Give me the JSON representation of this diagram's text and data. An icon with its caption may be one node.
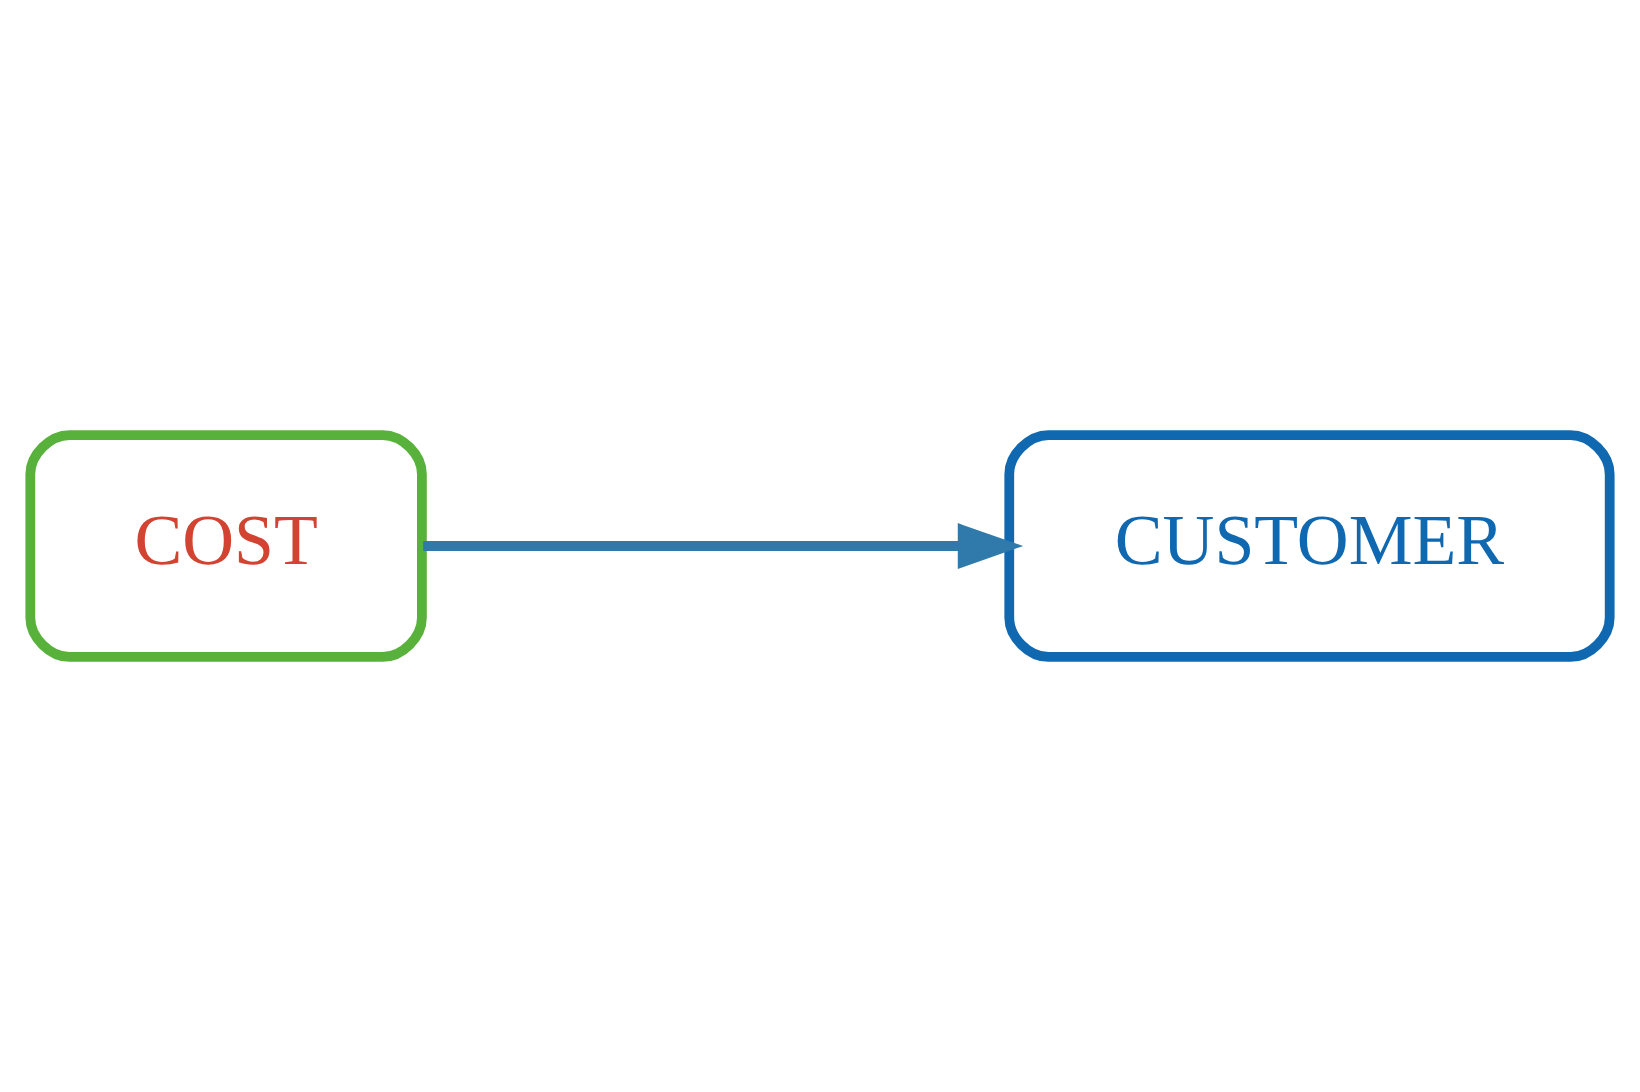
{
  "diagram": {
    "nodes": [
      {
        "text": [
          "COST"
        ]
      },
      {
        "text": [
          "CUSTOMER"
        ]
      }
    ],
    "edges": [
      {
        "from": 0,
        "to": 1,
        "arrow": "to"
      }
    ]
  }
}
